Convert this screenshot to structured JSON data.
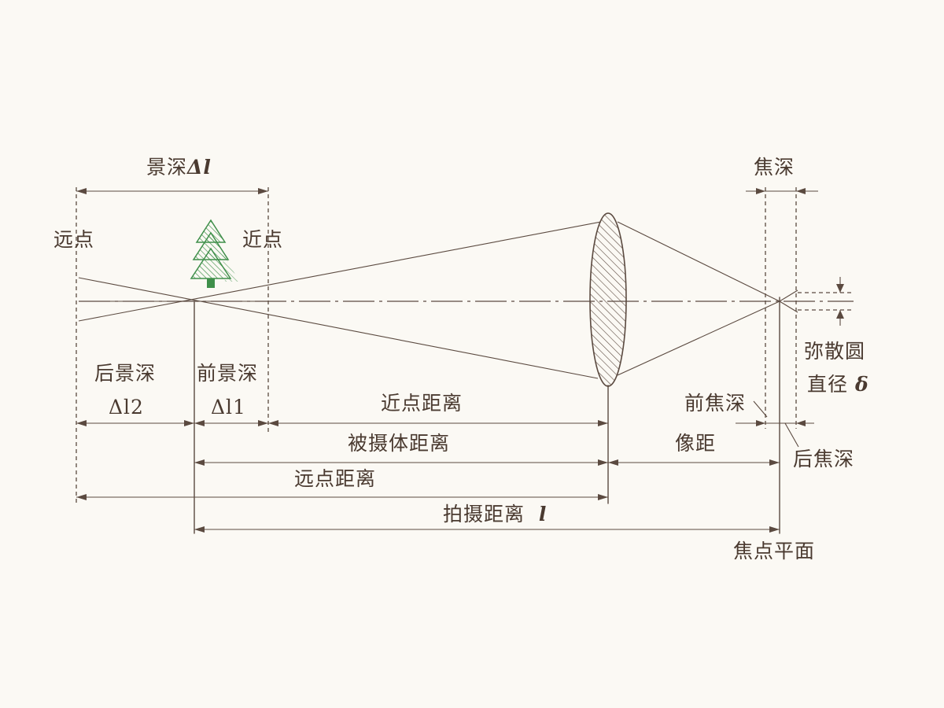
{
  "colors": {
    "ink": "#5b4a40",
    "tree": "#3f8f4a",
    "background": "#fbf9f4"
  },
  "labels": {
    "depth_of_field": "景深",
    "depth_of_field_symbol": "Δl",
    "far_point": "远点",
    "near_point": "近点",
    "focal_depth": "焦深",
    "rear_depth": "后景深",
    "rear_depth_symbol": "Δl2",
    "front_depth": "前景深",
    "front_depth_symbol": "Δl1",
    "near_point_distance": "近点距离",
    "subject_distance": "被摄体距离",
    "image_distance": "像距",
    "far_point_distance": "远点距离",
    "shooting_distance": "拍摄距离",
    "shooting_distance_symbol": "l",
    "focal_plane": "焦点平面",
    "front_focal_depth": "前焦深",
    "rear_focal_depth": "后焦深",
    "circle_of_confusion_line1": "弥散圆",
    "circle_of_confusion_line2": "直径",
    "circle_of_confusion_symbol": "δ"
  },
  "icons": {
    "subject": "tree-icon",
    "lens": "convex-lens-icon"
  }
}
